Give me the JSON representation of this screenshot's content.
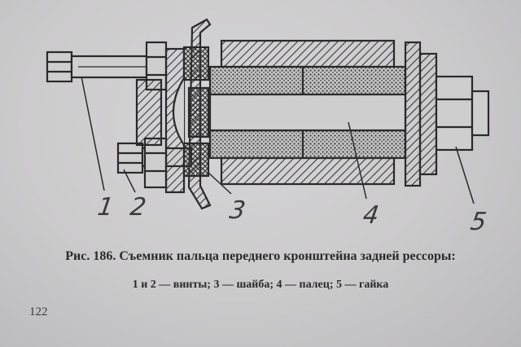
{
  "figure": {
    "labels": [
      "1",
      "2",
      "3",
      "4",
      "5"
    ],
    "caption": "Рис. 186. Съемник пальца переднего кронштейна задней рессоры:",
    "legend": "1 и 2 — винты; 3 — шайба; 4 — палец; 5 — гайка"
  },
  "page_number": "122"
}
